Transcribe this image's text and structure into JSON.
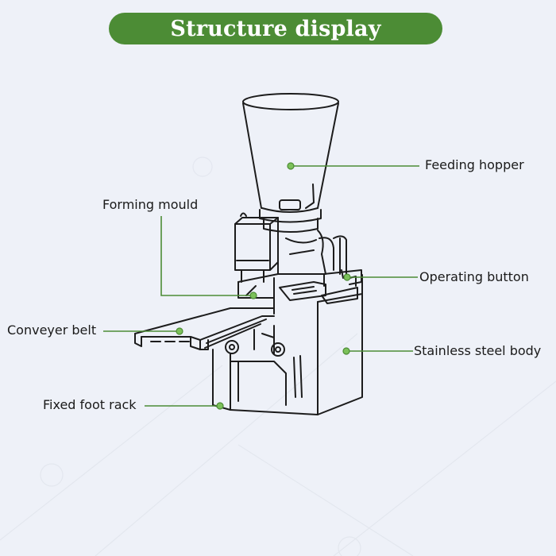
{
  "title": "Structure display",
  "accent_color": "#4c8c35",
  "dot_color": "#7cc15a",
  "labels": {
    "feeding_hopper": "Feeding hopper",
    "forming_mould": "Forming mould",
    "operating_button": "Operating button",
    "conveyer_belt": "Conveyer belt",
    "stainless_steel_body": "Stainless steel body",
    "fixed_foot_rack": "Fixed foot rack"
  }
}
